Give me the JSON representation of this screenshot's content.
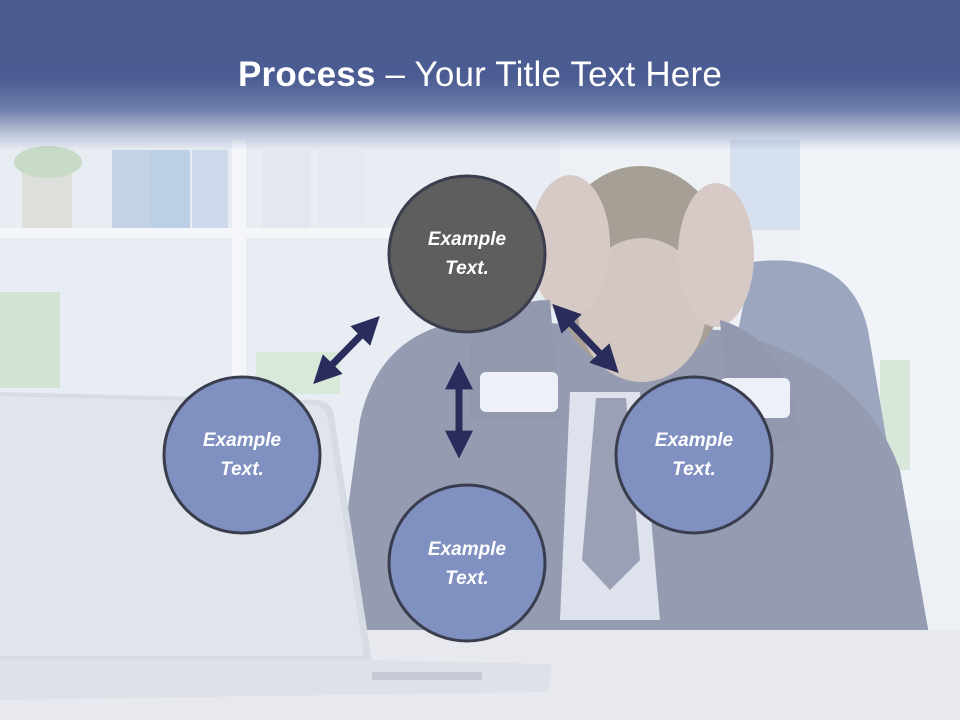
{
  "slide": {
    "title_bold": "Process",
    "title_rest": " – Your Title Text Here"
  },
  "diagram": {
    "nodes": [
      {
        "id": "top",
        "label_line1": "Example",
        "label_line2": "Text.",
        "fill": "#5e5e5e"
      },
      {
        "id": "left",
        "label_line1": "Example",
        "label_line2": "Text.",
        "fill": "#7f90c1"
      },
      {
        "id": "bottom",
        "label_line1": "Example",
        "label_line2": "Text.",
        "fill": "#7f90c1"
      },
      {
        "id": "right",
        "label_line1": "Example",
        "label_line2": "Text.",
        "fill": "#7f90c1"
      }
    ],
    "node_outline": "#3a3d4e",
    "arrow_color": "#2a2c5c"
  },
  "colors": {
    "title_band": "#4b5c92",
    "title_text": "#ffffff"
  }
}
